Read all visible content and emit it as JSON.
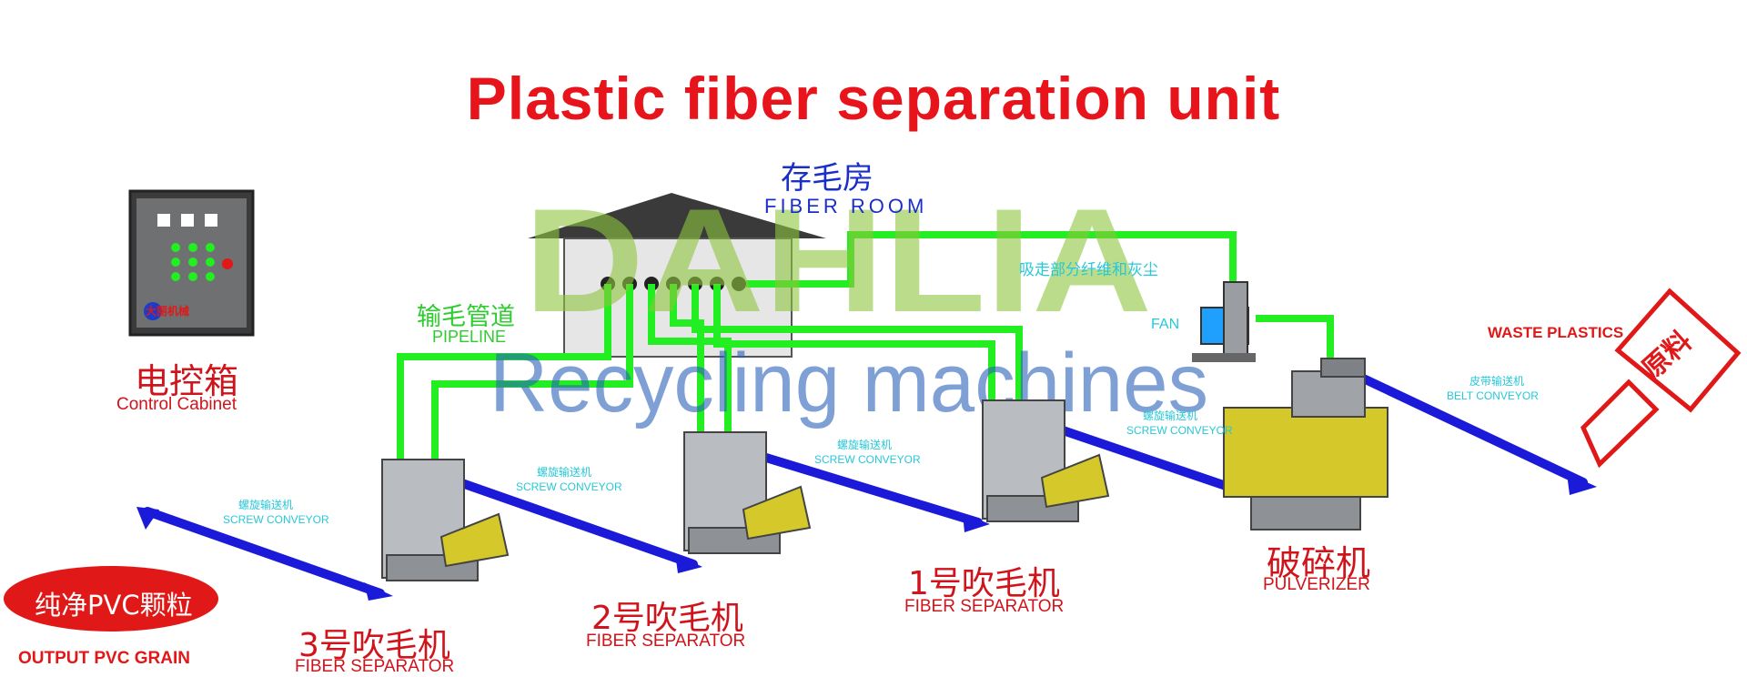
{
  "title": "Plastic fiber separation unit",
  "watermark": {
    "brand": "DAHLIA",
    "tagline": "Recycling machines"
  },
  "fiber_room": {
    "cn": "存毛房",
    "en": "FIBER ROOM"
  },
  "control_cabinet": {
    "cn": "电控箱",
    "en": "Control Cabinet",
    "logo_text": "大丽机械"
  },
  "pipeline": {
    "cn": "输毛管道",
    "en": "PIPELINE"
  },
  "fan": {
    "label": "FAN",
    "note_cn": "吸走部分纤维和灰尘"
  },
  "raw_material": {
    "cn": "原料",
    "en": "WASTE PLASTICS"
  },
  "belt_conveyor": {
    "cn": "皮带输送机",
    "en": "BELT CONVEYOR"
  },
  "pulverizer": {
    "cn": "破碎机",
    "en": "PULVERIZER"
  },
  "separators": [
    {
      "cn": "1号吹毛机",
      "en": "FIBER SEPARATOR"
    },
    {
      "cn": "2号吹毛机",
      "en": "FIBER SEPARATOR"
    },
    {
      "cn": "3号吹毛机",
      "en": "FIBER SEPARATOR"
    }
  ],
  "screw_conveyors": [
    {
      "cn": "螺旋输送机",
      "en": "SCREW CONVEYOR"
    },
    {
      "cn": "螺旋输送机",
      "en": "SCREW CONVEYOR"
    },
    {
      "cn": "螺旋输送机",
      "en": "SCREW CONVEYOR"
    },
    {
      "cn": "螺旋输送机",
      "en": "SCREW CONVEYOR"
    }
  ],
  "output": {
    "cn": "纯净PVC颗粒",
    "en": "OUTPUT PVC GRAIN"
  },
  "colors": {
    "title": "#e8141b",
    "pipe": "#22ee22",
    "conveyor": "#1a1ad8",
    "machine": "#b9bcc0",
    "watermark_green": "#8dc63f",
    "watermark_blue": "#2b62b8"
  }
}
